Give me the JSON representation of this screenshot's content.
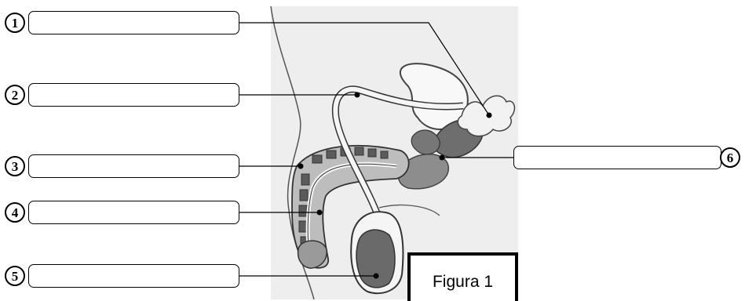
{
  "figure": {
    "caption": "Figura 1"
  },
  "labels": [
    {
      "number": "1",
      "value": ""
    },
    {
      "number": "2",
      "value": ""
    },
    {
      "number": "3",
      "value": ""
    },
    {
      "number": "4",
      "value": ""
    },
    {
      "number": "5",
      "value": ""
    },
    {
      "number": "6",
      "value": ""
    }
  ]
}
